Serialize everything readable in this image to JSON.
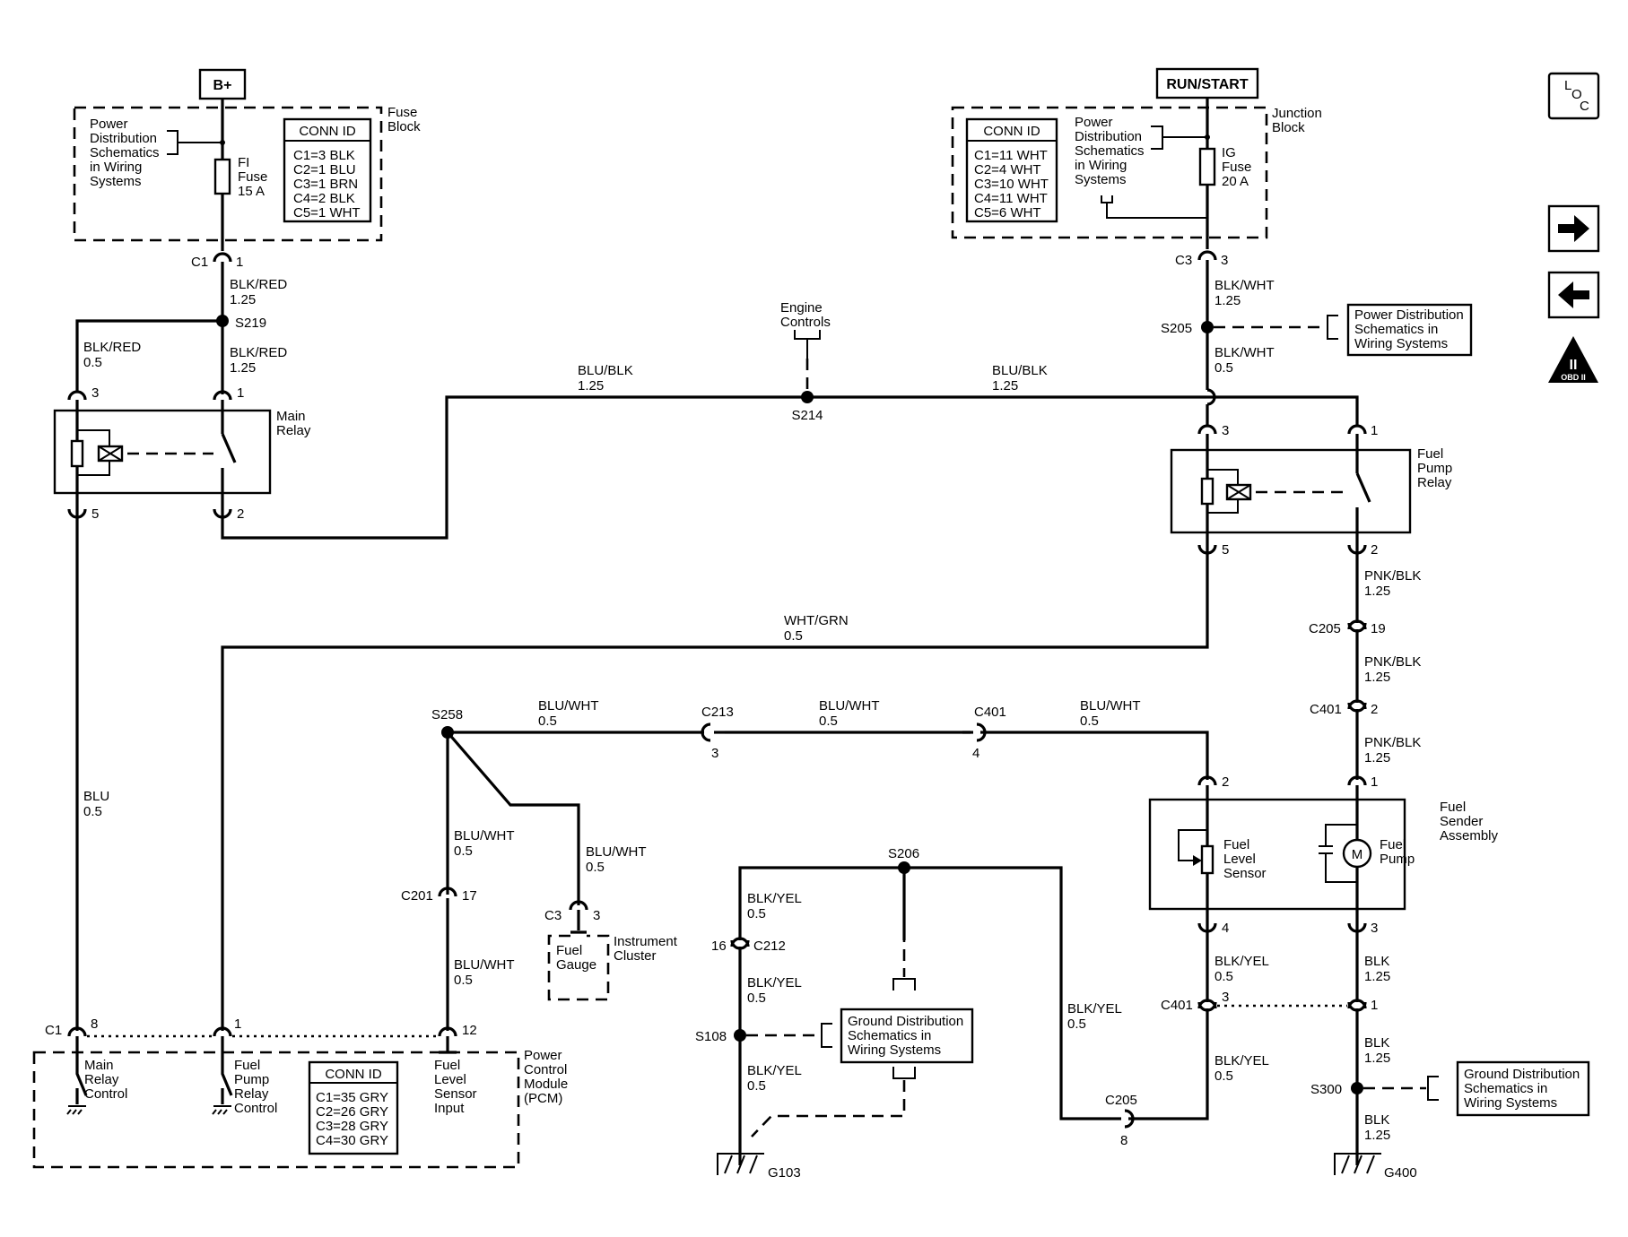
{
  "sources": {
    "bplus": "B+",
    "run_start": "RUN/START"
  },
  "fuse_block": {
    "title1": "Fuse",
    "title2": "Block",
    "pd": [
      "Power",
      "Distribution",
      "Schematics",
      "in Wiring",
      "Systems"
    ],
    "fuse": [
      "FI",
      "Fuse",
      "15 A"
    ],
    "conn_title": "CONN ID",
    "conn": [
      "C1=3 BLK",
      "C2=1 BLU",
      "C3=1 BRN",
      "C4=2 BLK",
      "C5=1 WHT"
    ]
  },
  "junction_block": {
    "title1": "Junction",
    "title2": "Block",
    "pd": [
      "Power",
      "Distribution",
      "Schematics",
      "in Wiring",
      "Systems"
    ],
    "fuse": [
      "IG",
      "Fuse",
      "20 A"
    ],
    "conn_title": "CONN ID",
    "conn": [
      "C1=11 WHT",
      "C2=4 WHT",
      "C3=10 WHT",
      "C4=11 WHT",
      "C5=6 WHT"
    ]
  },
  "pd_ref": [
    "Power Distribution",
    "Schematics in",
    "Wiring Systems"
  ],
  "gd_ref": [
    "Ground Distribution",
    "Schematics in",
    "Wiring Systems"
  ],
  "engine_controls": [
    "Engine",
    "Controls"
  ],
  "main_relay": [
    "Main",
    "Relay"
  ],
  "fuel_pump_relay": [
    "Fuel",
    "Pump",
    "Relay"
  ],
  "fuel_sender": [
    "Fuel",
    "Sender",
    "Assembly"
  ],
  "fuel_level_sensor": [
    "Fuel",
    "Level",
    "Sensor"
  ],
  "fuel_pump": [
    "Fuel",
    "Pump"
  ],
  "motor": "M",
  "fuel_gauge": [
    "Fuel",
    "Gauge"
  ],
  "instrument_cluster": [
    "Instrument",
    "Cluster"
  ],
  "pcm": {
    "title": [
      "Power",
      "Control",
      "Module",
      "(PCM)"
    ],
    "main_relay_ctrl": [
      "Main",
      "Relay",
      "Control"
    ],
    "fp_relay_ctrl": [
      "Fuel",
      "Pump",
      "Relay",
      "Control"
    ],
    "fls_input": [
      "Fuel",
      "Level",
      "Sensor",
      "Input"
    ],
    "conn_title": "CONN ID",
    "conn": [
      "C1=35 GRY",
      "C2=26 GRY",
      "C3=28 GRY",
      "C4=30 GRY"
    ]
  },
  "wires": {
    "blk_red": "BLK/RED",
    "blk_wht": "BLK/WHT",
    "blu_blk": "BLU/BLK",
    "wht_grn": "WHT/GRN",
    "blu": "BLU",
    "pnk_blk": "PNK/BLK",
    "blu_wht": "BLU/WHT",
    "blk_yel": "BLK/YEL",
    "blk": "BLK",
    "g125": "1.25",
    "g05": "0.5"
  },
  "splices": {
    "s219": "S219",
    "s205": "S205",
    "s214": "S214",
    "s258": "S258",
    "s206": "S206",
    "s108": "S108",
    "s300": "S300"
  },
  "grounds": {
    "g103": "G103",
    "g400": "G400"
  },
  "connectors": {
    "c1": "C1",
    "c3": "C3",
    "c205": "C205",
    "c401": "C401",
    "c213": "C213",
    "c201": "C201",
    "c212": "C212"
  },
  "pins": {
    "p1": "1",
    "p2": "2",
    "p3": "3",
    "p4": "4",
    "p5": "5",
    "p8": "8",
    "p12": "12",
    "p16": "16",
    "p17": "17",
    "p19": "19"
  },
  "nav": {
    "loc": [
      "L",
      "O",
      "C"
    ],
    "obd": "OBD II",
    "obd_mark": "II"
  }
}
